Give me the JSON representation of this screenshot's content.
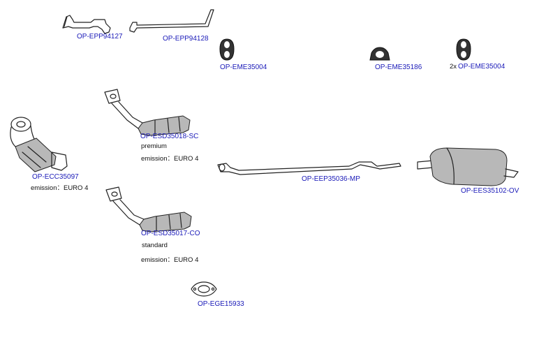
{
  "parts": {
    "pipe_94127": {
      "code": "OP-EPP94127"
    },
    "pipe_94128": {
      "code": "OP-EPP94128"
    },
    "mount_left": {
      "code": "OP-EME35004"
    },
    "mount_mid": {
      "code": "OP-EME35186"
    },
    "mount_right": {
      "qty": "2x",
      "code": "OP-EME35004"
    },
    "cat_front": {
      "code": "OP-ECC35097",
      "emission": "emission：EURO 4"
    },
    "dpf_premium": {
      "code": "OP-ESD35018-SC",
      "variant": "premium",
      "emission": "emission：EURO 4"
    },
    "dpf_standard": {
      "code": "OP-ESD35017-CO",
      "variant": "standard",
      "emission": "emission：EURO 4"
    },
    "middle_pipe": {
      "code": "OP-EEP35036-MP"
    },
    "rear_silencer": {
      "code": "OP-EES35102-OV"
    },
    "gasket": {
      "code": "OP-EGE15933"
    }
  },
  "colors": {
    "link": "#1a1ab8",
    "text": "#111111",
    "drawing": "#222222"
  }
}
